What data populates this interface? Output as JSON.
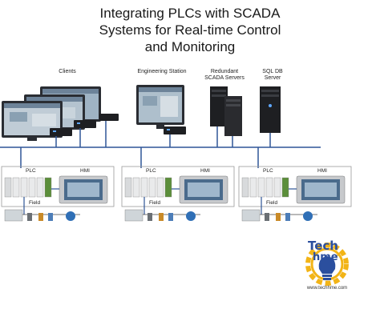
{
  "title": {
    "line1": "Integrating PLCs with SCADA",
    "line2": "Systems for Real-time Control",
    "line3": "and Monitoring"
  },
  "nodes": {
    "clients": "Clients",
    "engineering_station": "Engineering Station",
    "redundant_servers_line1": "Redundant",
    "redundant_servers_line2": "SCADA Servers",
    "sql_line1": "SQL DB",
    "sql_line2": "Server"
  },
  "cells": [
    {
      "plc": "PLC",
      "hmi": "HMI",
      "field": "Field"
    },
    {
      "plc": "PLC",
      "hmi": "HMI",
      "field": "Field"
    },
    {
      "plc": "PLC",
      "hmi": "HMI",
      "field": "Field"
    }
  ],
  "logo": {
    "line1": "Tech",
    "line2": "hme",
    "url": "www.techhme.com"
  },
  "colors": {
    "network": "#2f5597",
    "logo_gold": "#f2b417",
    "logo_blue": "#2b4f9e",
    "monitor": "#2a2d33",
    "server": "#1e1f22"
  }
}
